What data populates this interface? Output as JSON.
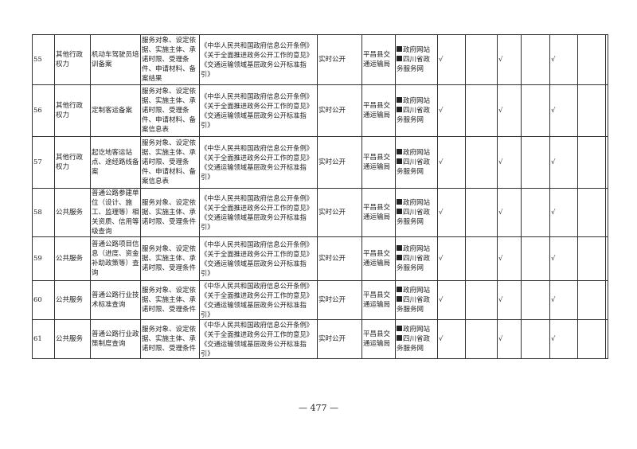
{
  "rows": [
    {
      "no": "55",
      "category": "其他行政权力",
      "item": "机动车驾驶员培训备案",
      "content": "服务对象、设定依据、实施主体、承诺时限、受理条件、申请材料、备案结果",
      "basis": [
        "《中华人民共和国政府信息公开条例》",
        "《关于全面推进政务公开工作的意见》",
        "《交通运输领域基层政务公开标准指引》"
      ],
      "timing": "实时公开",
      "agency": "平昌县交通运输局",
      "channels": [
        "政府网站",
        "四川省政务服务网"
      ],
      "checks": [
        true,
        false,
        true,
        false,
        true,
        false,
        false
      ]
    },
    {
      "no": "56",
      "category": "其他行政权力",
      "item": "定制客运备案",
      "content": "服务对象、设定依据、实施主体、承诺时限、受理条件、申请材料、备案信息表",
      "basis": [
        "《中华人民共和国政府信息公开条例》",
        "《关于全面推进政务公开工作的意见》",
        "《交通运输领域基层政务公开标准指引》"
      ],
      "timing": "实时公开",
      "agency": "平昌县交通运输局",
      "channels": [
        "政府网站",
        "四川省政务服务网"
      ],
      "checks": [
        true,
        false,
        true,
        false,
        true,
        false,
        false
      ]
    },
    {
      "no": "57",
      "category": "其他行政权力",
      "item": "起讫地客运站点、途经路线备案",
      "content": "服务对象、设定依据、实施主体、承诺时限、受理条件、申请材料、备案信息表",
      "basis": [
        "《中华人民共和国政府信息公开条例》",
        "《关于全面推进政务公开工作的意见》",
        "《交通运输领域基层政务公开标准指引》"
      ],
      "timing": "实时公开",
      "agency": "平昌县交通运输局",
      "channels": [
        "政府网站",
        "四川省政务服务网"
      ],
      "checks": [
        true,
        false,
        true,
        false,
        true,
        false,
        false
      ]
    },
    {
      "no": "58",
      "category": "公共服务",
      "item": "普通公路参建单位（设计、施工、监理等）相关资质、信用等级查询",
      "content": "服务对象、设定依据、实施主体、承诺时限、受理条件",
      "basis": [
        "《中华人民共和国政府信息公开条例》",
        "《关于全面推进政务公开工作的意见》",
        "《交通运输领域基层政务公开标准指引》"
      ],
      "timing": "实时公开",
      "agency": "平昌县交通运输局",
      "channels": [
        "政府网站",
        "四川省政务服务网"
      ],
      "checks": [
        true,
        false,
        true,
        false,
        true,
        false,
        false
      ]
    },
    {
      "no": "59",
      "category": "公共服务",
      "item": "普通公路项目信息（进度、资金补助政策等）查询",
      "content": "服务对象、设定依据、实施主体、承诺时限、受理条件",
      "basis": [
        "《中华人民共和国政府信息公开条例》",
        "《关于全面推进政务公开工作的意见》",
        "《交通运输领域基层政务公开标准指引》"
      ],
      "timing": "实时公开",
      "agency": "平昌县交通运输局",
      "channels": [
        "政府网站",
        "四川省政务服务网"
      ],
      "checks": [
        true,
        false,
        true,
        false,
        true,
        false,
        false
      ]
    },
    {
      "no": "60",
      "category": "公共服务",
      "item": "普通公路行业技术标准查询",
      "content": "服务对象、设定依据、实施主体、承诺时限、受理条件",
      "basis": [
        "《中华人民共和国政府信息公开条例》",
        "《关于全面推进政务公开工作的意见》",
        "《交通运输领域基层政务公开标准指引》"
      ],
      "timing": "实时公开",
      "agency": "平昌县交通运输局",
      "channels": [
        "政府网站",
        "四川省政务服务网"
      ],
      "checks": [
        true,
        false,
        true,
        false,
        true,
        false,
        false
      ]
    },
    {
      "no": "61",
      "category": "公共服务",
      "item": "普通公路行业政策制度查询",
      "content": "服务对象、设定依据、实施主体、承诺时限、受理条件",
      "basis": [
        "《中华人民共和国政府信息公开条例》",
        "《关于全面推进政务公开工作的意见》",
        "《交通运输领域基层政务公开标准指引》"
      ],
      "timing": "实时公开",
      "agency": "平昌县交通运输局",
      "channels": [
        "政府网站",
        "四川省政务服务网"
      ],
      "checks": [
        true,
        false,
        true,
        false,
        true,
        false,
        false
      ]
    }
  ],
  "check_mark": "√",
  "page_number": "— 477 —"
}
